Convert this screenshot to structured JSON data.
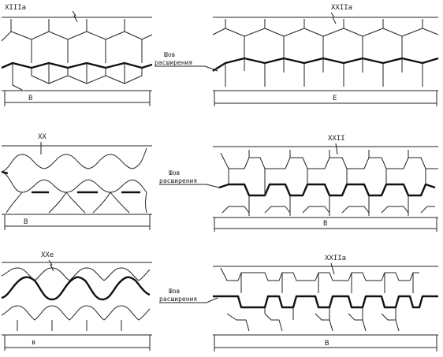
{
  "panels": [
    {
      "id": "tl",
      "label": "XIIIа",
      "dim": "B"
    },
    {
      "id": "tr",
      "label": "XXIIа",
      "dim": "Е"
    },
    {
      "id": "ml",
      "label": "XX",
      "dim": "В"
    },
    {
      "id": "mr",
      "label": "XXII",
      "dim": "В"
    },
    {
      "id": "bl",
      "label": "XXе",
      "dim": "в"
    },
    {
      "id": "br",
      "label": "XXIIа",
      "dim": "В"
    }
  ],
  "callouts": {
    "top": {
      "line1": "Шов",
      "line2": "расширения"
    },
    "mid": {
      "line1": "Шов",
      "line2": "расширения"
    },
    "bot": {
      "line1": "Шов",
      "line2": "расширения"
    }
  }
}
